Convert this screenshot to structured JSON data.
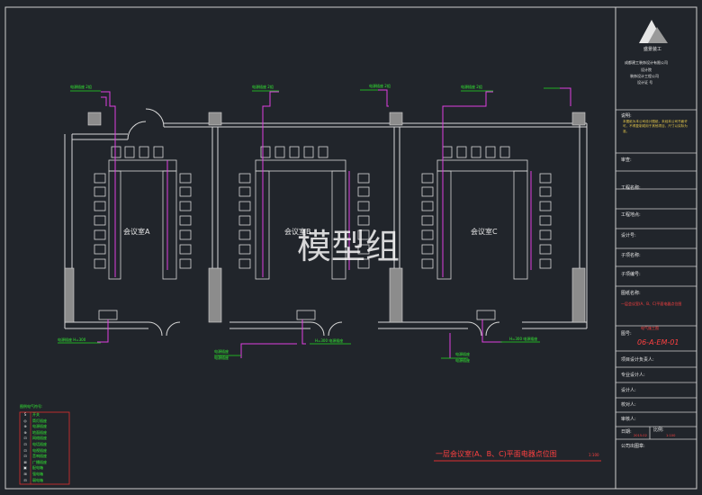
{
  "drawing": {
    "title": "一层会议室(A、B、C)平面电器点位图",
    "scale": "1:100",
    "watermark": "模型组",
    "rooms": [
      "会议室A",
      "会议室B",
      "会议室C"
    ]
  },
  "callouts": {
    "top": [
      "电源插座 2组",
      "电源插座 2组",
      "电源插座 2组",
      "电源插座 2组"
    ],
    "bottom_left": "电源插座 H=300",
    "bottom_mid1": "H=300 电源插座",
    "bottom_mid2": "H=300 电源插座",
    "bottom_b_pair": [
      "电源插座",
      "电源插座"
    ],
    "bottom_c_pair": [
      "电源插座",
      "电源插座"
    ]
  },
  "legend": {
    "title": "图例电气符号:",
    "rows": [
      [
        "S",
        "开关"
      ],
      [
        "◎",
        "筒灯插座"
      ],
      [
        "⊕",
        "电源插座"
      ],
      [
        "⊕",
        "地面插座"
      ],
      [
        "⊡",
        "网络插座"
      ],
      [
        "⊡",
        "电话插座"
      ],
      [
        "⊡",
        "电视插座"
      ],
      [
        "⊡",
        "音响插座"
      ],
      [
        "⊠",
        "广播插座"
      ],
      [
        "▣",
        "配电箱"
      ],
      [
        "⊞",
        "强电箱"
      ],
      [
        "⊟",
        "弱电箱"
      ]
    ]
  },
  "title_block": {
    "company": "盛景装工",
    "company_sub": "成都建工装饰设计有限公司",
    "company_lines": [
      "设计院",
      "装饰设计工程公司",
      "设计证 号"
    ],
    "notes_label": "说明:",
    "notes": "本图纸为本公司设计图纸，未经本公司书面许可，不得复制或用于其他项目，尺寸以实际为准。",
    "review_label": "审查:",
    "fields": [
      "工程名称:",
      "工程地点:",
      "设计号:",
      "子项名称:",
      "子项编号:"
    ],
    "drawing_name_label": "图纸名称:",
    "drawing_name": "一层会议室(A、B、C)平面电器点位图",
    "drawing_no_label": "图号:",
    "drawing_no_small": "电气施工图",
    "drawing_no": "06-A-EM-01",
    "sign_fields": [
      "项目设计负责人:",
      "专业设计人:",
      "设计人:",
      "校对人:",
      "审核人:"
    ],
    "date_label": "日期:",
    "date_value": "2015.02",
    "ratio_label": "比例:",
    "ratio_value": "1:100",
    "stamp_label": "公司出图章:"
  }
}
